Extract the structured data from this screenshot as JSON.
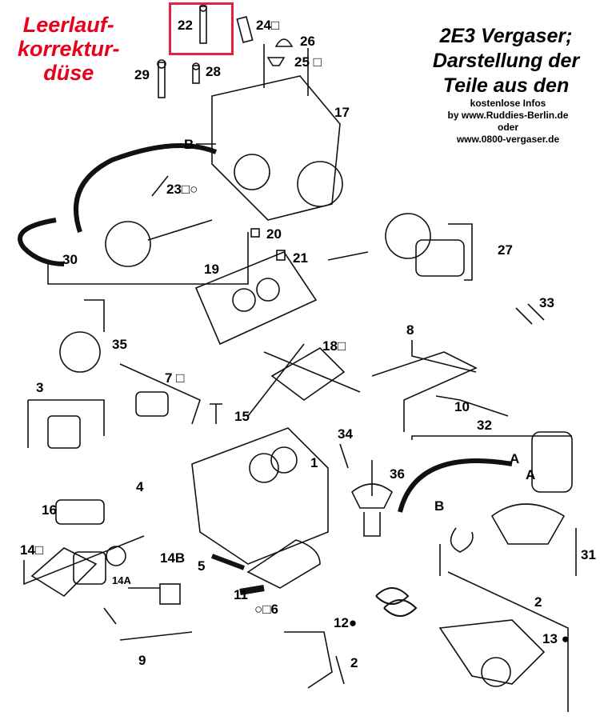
{
  "highlight_label": "Leerlauf- korrektur- düse",
  "highlight_lines": [
    "Leerlauf-",
    "korrektur-",
    "düse"
  ],
  "title_lines": [
    "2E3 Vergaser;",
    "Darstellung der",
    "Teile aus den"
  ],
  "info_lines": [
    "kostenlose Infos",
    "by www.Ruddies-Berlin.de",
    "oder",
    "www.0800-vergaser.de"
  ],
  "highlight_color": "#e2223c",
  "callouts": [
    "22",
    "24□",
    "26",
    "25 □",
    "29",
    "28",
    "17",
    "B",
    "23□○",
    "20",
    "21",
    "30",
    "19",
    "27",
    "33",
    "35",
    "8",
    "18□",
    "7 □",
    "3",
    "10",
    "15",
    "32",
    "34",
    "1",
    "36",
    "A",
    "A",
    "4",
    "16",
    "B",
    "14□",
    "14B",
    "5",
    "31",
    "14A",
    "11",
    "○□6",
    "12●",
    "2",
    "13 ●",
    "2",
    "9"
  ]
}
